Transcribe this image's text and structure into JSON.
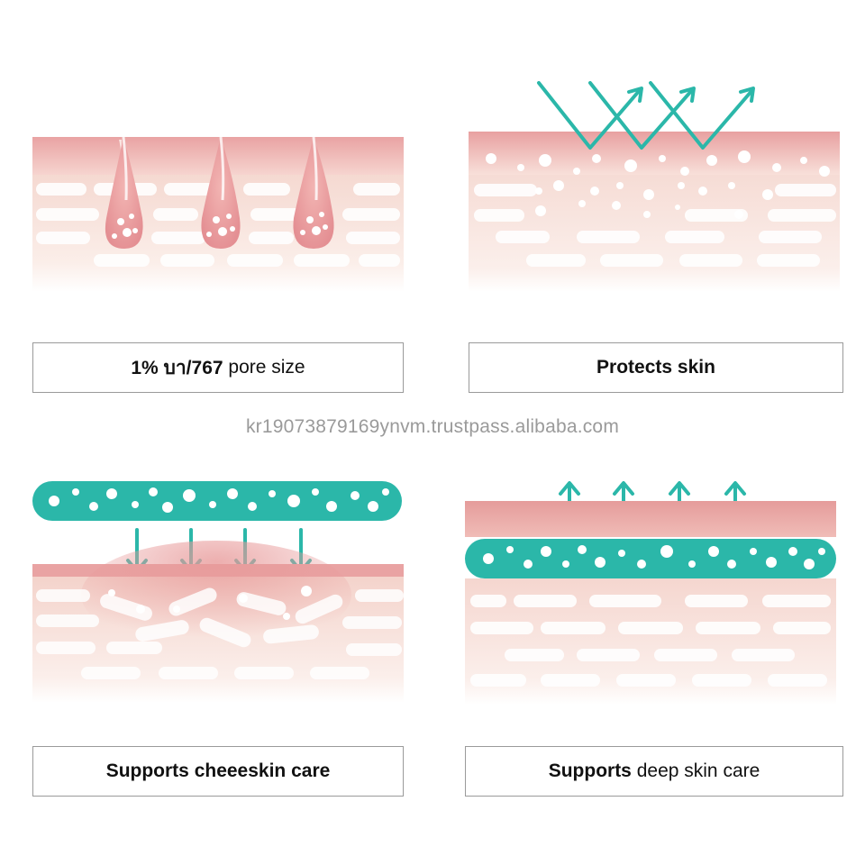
{
  "panels": [
    {
      "caption_bold": "1% บา/767",
      "caption_regular": " pore size"
    },
    {
      "caption_bold": "Protects skin",
      "caption_regular": ""
    },
    {
      "caption_bold": "Supports",
      "caption_regular": " cheeeskin care"
    },
    {
      "caption_bold": "Supports",
      "caption_regular": " deep skin care"
    }
  ],
  "watermark": "kr19073879169ynvm.trustpass.alibaba.com",
  "colors": {
    "teal": "#2bb7a9",
    "skin_pink": "#e99a9c",
    "skin_light": "#f8ddd6",
    "caption_border": "#9a9a9a"
  }
}
